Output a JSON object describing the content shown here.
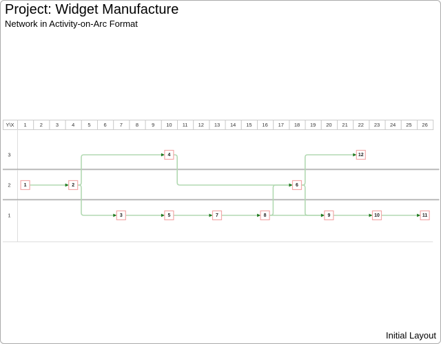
{
  "header": {
    "title": "Project: Widget Manufacture",
    "subtitle": "Network in Activity-on-Arc Format"
  },
  "footer": {
    "label": "Initial Layout"
  },
  "grid": {
    "corner_label": "Y\\X",
    "x_labels": [
      "1",
      "2",
      "3",
      "4",
      "5",
      "6",
      "7",
      "8",
      "9",
      "10",
      "11",
      "12",
      "13",
      "14",
      "15",
      "16",
      "17",
      "18",
      "19",
      "20",
      "21",
      "22",
      "23",
      "24",
      "25",
      "26"
    ],
    "y_labels": [
      "3",
      "2",
      "1"
    ]
  },
  "chart_data": {
    "type": "network",
    "format": "activity-on-arc",
    "nodes": [
      {
        "id": "1",
        "x": 1,
        "y": 2
      },
      {
        "id": "2",
        "x": 4,
        "y": 2
      },
      {
        "id": "3",
        "x": 7,
        "y": 1
      },
      {
        "id": "4",
        "x": 10,
        "y": 3
      },
      {
        "id": "5",
        "x": 10,
        "y": 1
      },
      {
        "id": "6",
        "x": 18,
        "y": 2
      },
      {
        "id": "7",
        "x": 13,
        "y": 1
      },
      {
        "id": "8",
        "x": 16,
        "y": 1
      },
      {
        "id": "9",
        "x": 20,
        "y": 1
      },
      {
        "id": "10",
        "x": 23,
        "y": 1
      },
      {
        "id": "11",
        "x": 26,
        "y": 1
      },
      {
        "id": "12",
        "x": 22,
        "y": 3
      }
    ],
    "edges": [
      {
        "from": "1",
        "to": "2"
      },
      {
        "from": "2",
        "to": "4"
      },
      {
        "from": "2",
        "to": "3"
      },
      {
        "from": "3",
        "to": "5"
      },
      {
        "from": "4",
        "to": "6"
      },
      {
        "from": "5",
        "to": "7"
      },
      {
        "from": "7",
        "to": "8"
      },
      {
        "from": "8",
        "to": "6"
      },
      {
        "from": "8",
        "to": "9"
      },
      {
        "from": "6",
        "to": "9"
      },
      {
        "from": "6",
        "to": "12"
      },
      {
        "from": "9",
        "to": "10"
      },
      {
        "from": "10",
        "to": "11"
      }
    ],
    "colors": {
      "edge_line": "#b2d9b2",
      "edge_arrow": "#1f7a1f",
      "node_border": "#f2a9a9",
      "node_fill": "#ffffff",
      "node_text": "#222222",
      "grid_text": "#333333",
      "grid_line_light": "#cccccc",
      "grid_line_lighter": "#dddddd",
      "grid_line_dark": "#949494",
      "page_border": "#a9a9a9"
    }
  }
}
